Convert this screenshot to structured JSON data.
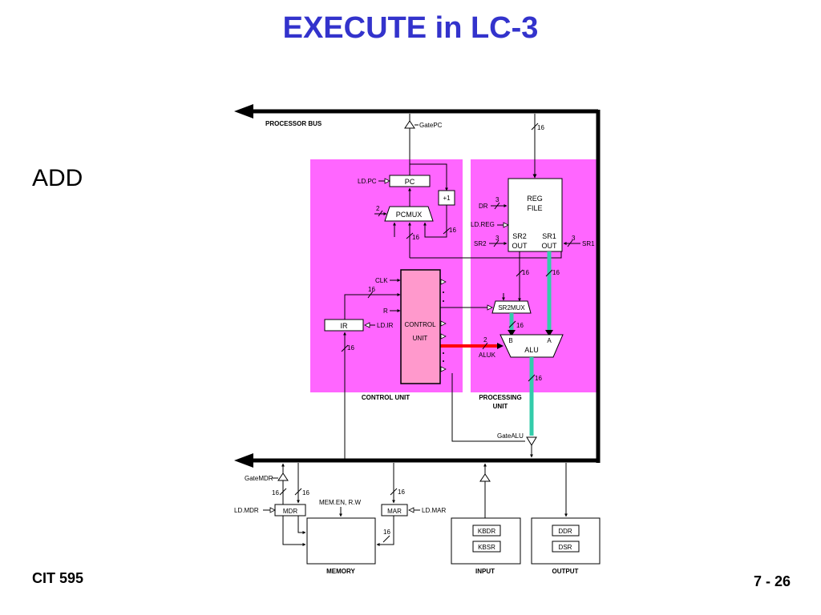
{
  "slide": {
    "title": "EXECUTE in LC-3",
    "bullet": "ADD",
    "footer_left": "CIT 595",
    "footer_right": "7 - 26"
  },
  "colors": {
    "title": "#3333cc",
    "unit_fill": "#ff66ff",
    "control_box_fill": "#ff99cc",
    "red_path": "#ff0000",
    "teal_path": "#33ccaa"
  },
  "diagram": {
    "processor_bus": "PROCESSOR BUS",
    "gate_pc": "GatePC",
    "gate_alu": "GateALU",
    "gate_mdr": "GateMDR",
    "pc": "PC",
    "ld_pc": "LD.PC",
    "plus_one": "+1",
    "pcmux": "PCMUX",
    "reg_file_line1": "REG",
    "reg_file_line2": "FILE",
    "dr": "DR",
    "ld_reg": "LD.REG",
    "sr2": "SR2",
    "sr1": "SR1",
    "sr2_out_line1": "SR2",
    "sr2_out_line2": "OUT",
    "sr1_out_line1": "SR1",
    "sr1_out_line2": "OUT",
    "clk": "CLK",
    "r": "R",
    "ir": "IR",
    "ld_ir": "LD.IR",
    "control_line1": "CONTROL",
    "control_line2": "UNIT",
    "sr2mux": "SR2MUX",
    "alu": "ALU",
    "aluk": "ALUK",
    "alu_b": "B",
    "alu_a": "A",
    "control_unit_label": "CONTROL UNIT",
    "processing_unit_line1": "PROCESSING",
    "processing_unit_line2": "UNIT",
    "mdr": "MDR",
    "ld_mdr": "LD.MDR",
    "mar": "MAR",
    "ld_mar": "LD.MAR",
    "mem_en": "MEM.EN, R.W",
    "memory": "MEMORY",
    "kbdr": "KBDR",
    "kbsr": "KBSR",
    "input": "INPUT",
    "ddr": "DDR",
    "dsr": "DSR",
    "output": "OUTPUT",
    "w16": "16",
    "w3": "3",
    "w2": "2"
  }
}
